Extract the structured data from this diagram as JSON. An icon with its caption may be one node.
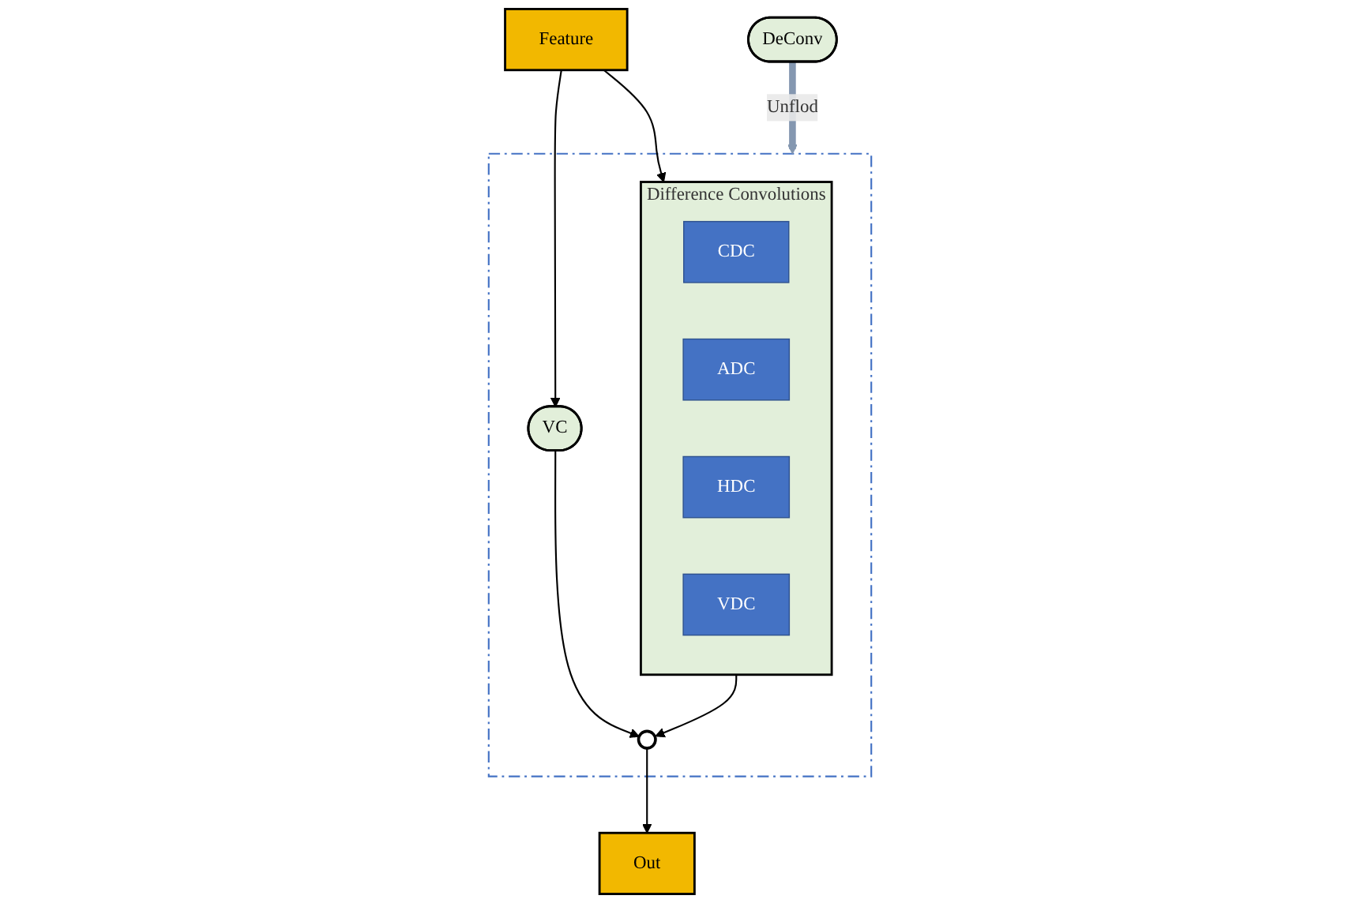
{
  "diagram": {
    "nodes": [
      {
        "text": [
          "Feature"
        ]
      },
      {
        "text": [],
        "shape": "box"
      },
      {
        "text": [
          "DeConv"
        ]
      },
      {
        "text": [
          "VC"
        ],
        "in": 1
      },
      {
        "text": [
          "Difference Convolutions"
        ],
        "in": 1
      },
      {
        "text": [
          "CDC"
        ],
        "in": 4
      },
      {
        "text": [
          "ADC"
        ],
        "in": 4
      },
      {
        "text": [
          "HDC"
        ],
        "in": 4
      },
      {
        "text": [
          "VDC"
        ],
        "in": 4
      },
      {
        "text": [],
        "shape": "circle",
        "in": 1
      },
      {
        "text": [
          "Out"
        ]
      }
    ],
    "edges": [
      {
        "from": 0,
        "to": 3,
        "arrow": "to"
      },
      {
        "from": 0,
        "to": 4,
        "arrow": "to"
      },
      {
        "from": 2,
        "to": 1,
        "arrow": "to",
        "label": "Unflod",
        "style": "thick",
        "color": "#8497b0"
      },
      {
        "from": 3,
        "to": 9,
        "arrow": "to"
      },
      {
        "from": 4,
        "to": 9,
        "arrow": "to"
      },
      {
        "from": 9,
        "to": 10,
        "arrow": "to"
      }
    ]
  }
}
